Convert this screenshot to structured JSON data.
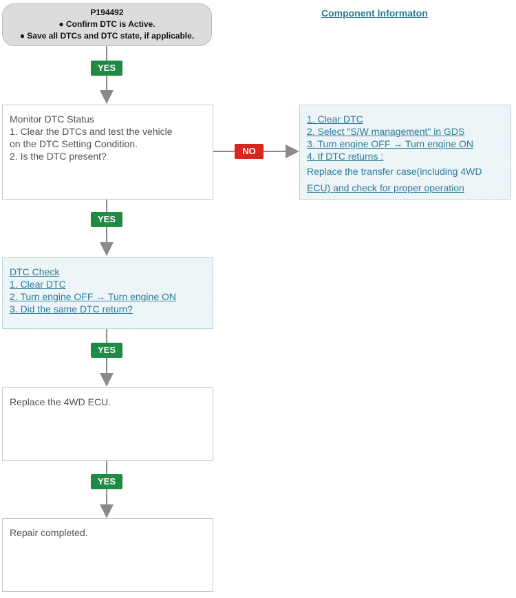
{
  "start": {
    "code": "P194492",
    "line1": "● Confirm DTC is Active.",
    "line2": "● Save all DTCs and DTC state, if applicable."
  },
  "component_link": "Component Informaton",
  "labels": {
    "yes": "YES",
    "no": "NO"
  },
  "monitor": {
    "title": "Monitor DTC Status",
    "line1": "1. Clear the DTCs and test the vehicle",
    "line2": "on the DTC Setting Condition.",
    "line3": "2.  Is the DTC present?"
  },
  "no_branch": {
    "item1": "1.  Clear DTC",
    "item2": "2. Select \"S/W management\" in GDS",
    "item3": "3. Turn engine OFF → Turn engine ON",
    "item4": "4. If DTC returns :",
    "line5": "Replace the transfer case(including 4WD",
    "line6": "ECU) and check for proper operation"
  },
  "dtc_check": {
    "title": "DTC Check",
    "item1": "1. Clear DTC",
    "item2": "2. Turn engine OFF → Turn engine  ON",
    "item3": "3. Did the same DTC return?"
  },
  "replace": {
    "text": "Replace the  4WD ECU."
  },
  "repair": {
    "text": "Repair completed."
  },
  "colors": {
    "yes_badge": "#1f8b45",
    "no_badge": "#d9261c",
    "link": "#2a7c97",
    "connector": "#8a8a8a",
    "info_bg": "#e9f2f6"
  }
}
